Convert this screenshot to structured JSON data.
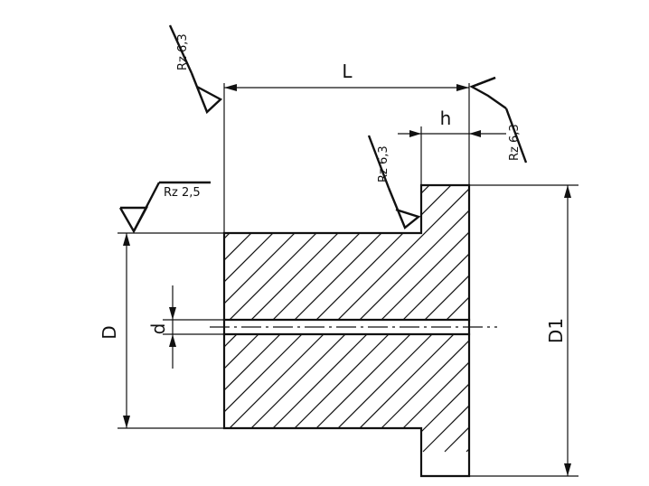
{
  "dimensions": {
    "L": "L",
    "h": "h",
    "D": "D",
    "d": "d",
    "D1": "D1"
  },
  "roughness": {
    "left_top": "Rz 6,3",
    "right_top": "Rz 6,3",
    "step": "Rz 6,3",
    "outer_diameter": "Rz 2,5"
  }
}
